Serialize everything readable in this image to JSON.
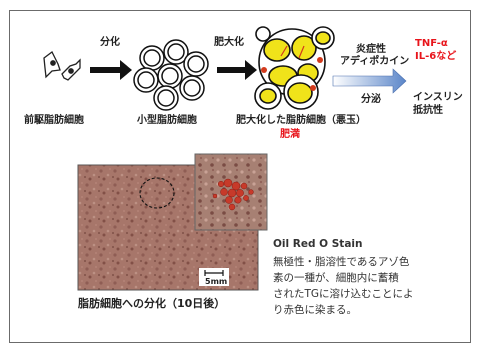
{
  "process": {
    "step1": "分化",
    "step2": "肥大化",
    "cell1": "前駆脂肪細胞",
    "cell2": "小型脂肪細胞",
    "cell3": "肥大化した脂肪細胞（悪玉）",
    "cell3_note": "肥満",
    "upper_arrow_line1": "炎症性",
    "upper_arrow_line2": "アディポカイン",
    "lower_arrow": "分泌",
    "output1_line1": "TNF-α",
    "output1_line2": "IL-6など",
    "output2_line1": "インスリン",
    "output2_line2": "抵抗性"
  },
  "micrograph": {
    "scale_label": "5mm",
    "caption": "脂肪細胞への分化（10日後）"
  },
  "stain": {
    "title": "Oil Red O Stain",
    "lines": [
      "無極性・脂溶性であるアゾ色",
      "素の一種が、細胞内に蓄積",
      "されたTGに溶け込むことによ",
      "り赤色に染まる。"
    ]
  },
  "colors": {
    "fat": "#f0e31a",
    "nucleus": "#d23a1c",
    "adipokine_text": "#e8141b",
    "micro_bg": "#a97c70"
  }
}
